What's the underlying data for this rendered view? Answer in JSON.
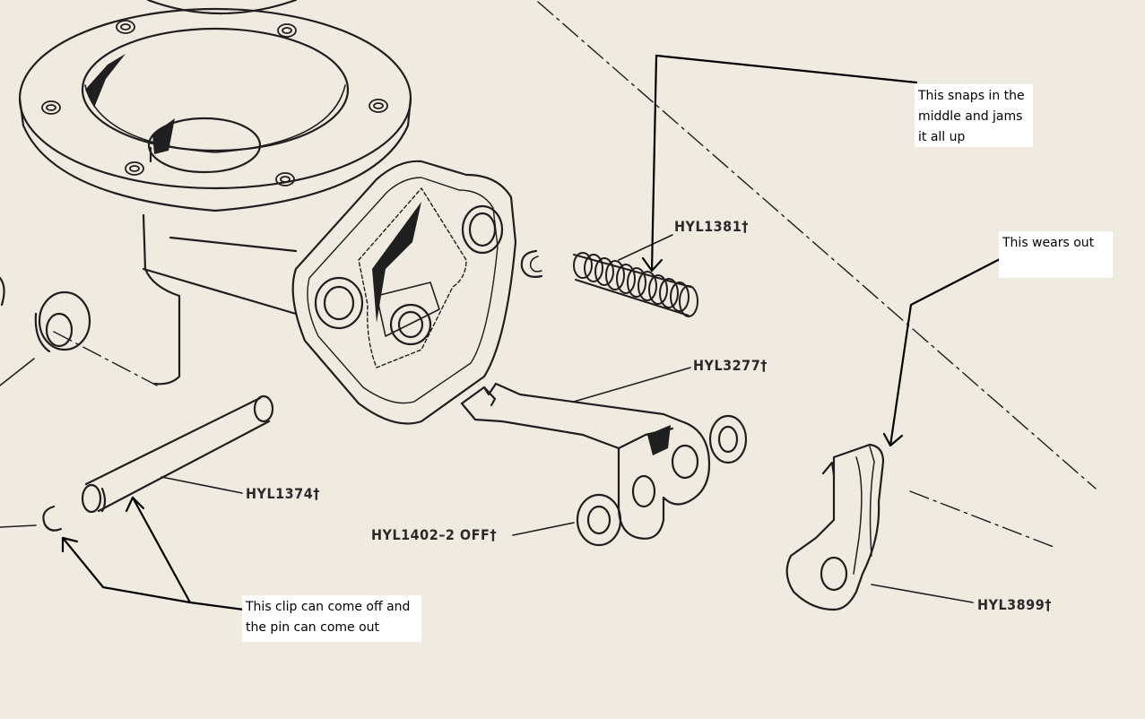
{
  "part_labels": {
    "spring": "HYL1381†",
    "lever": "HYL3277†",
    "pin": "HYL1374†",
    "washers": "HYL1402–2 OFF†",
    "pawl": "HYL3899†"
  },
  "notes": {
    "spring_note": "This snaps in the middle and jams it all up",
    "pawl_note": "This wears out",
    "clip_note": "This clip can come off and the pin can come out"
  },
  "colors": {
    "paper": "#efebe0",
    "ink": "#1f1f1f",
    "annotation_box": "#ffffff"
  }
}
